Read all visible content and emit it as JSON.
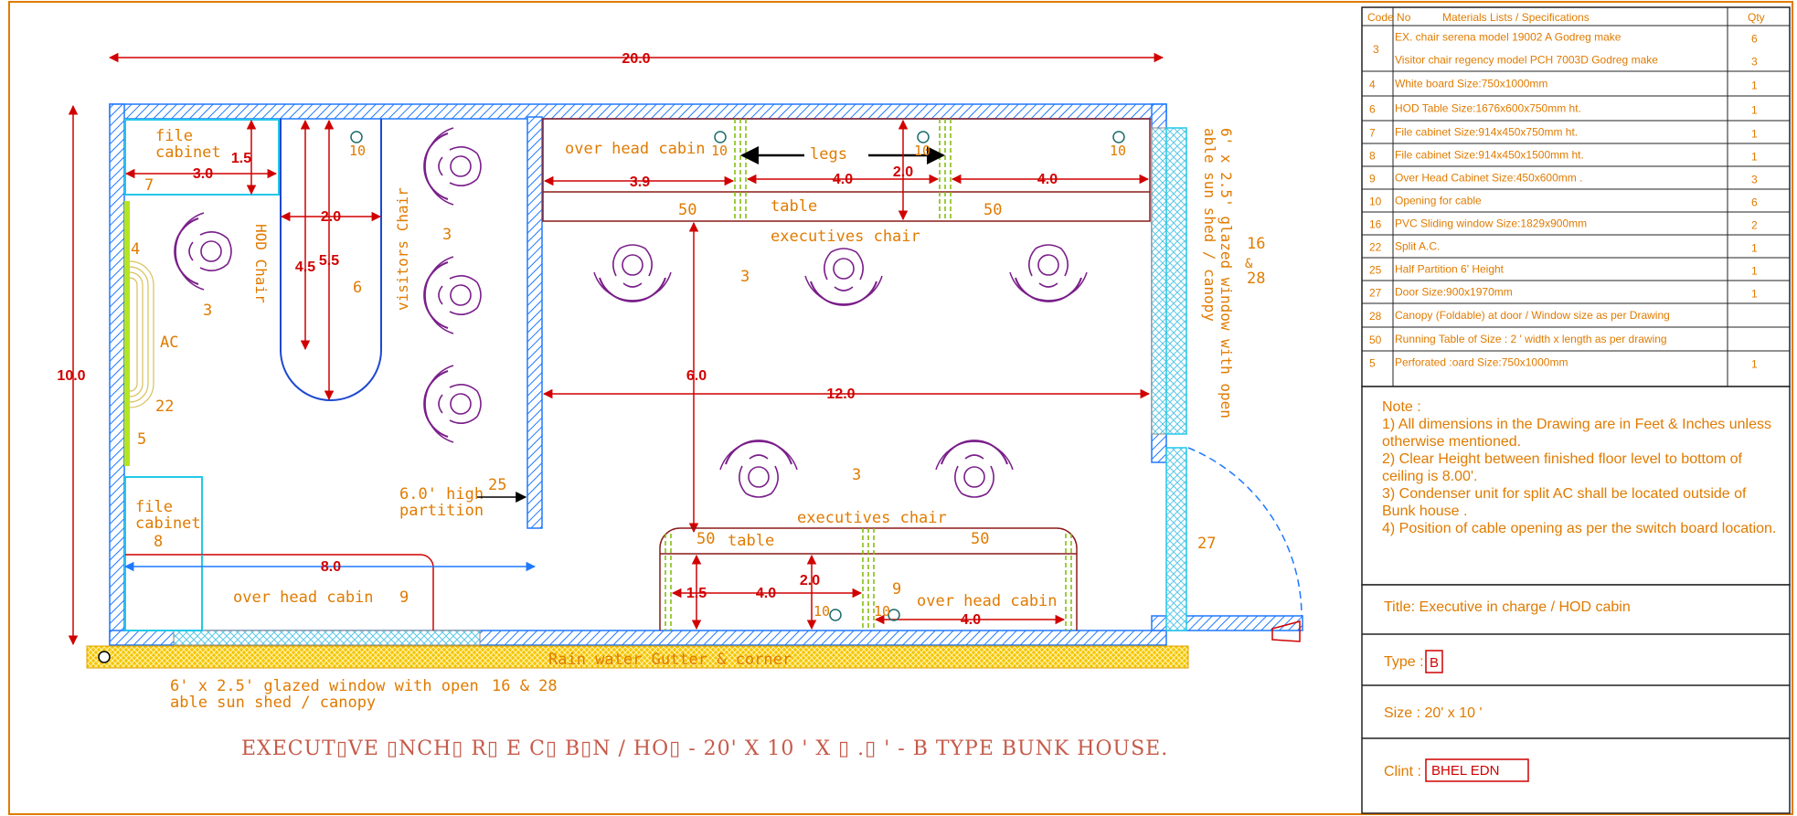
{
  "drawing": {
    "title": "EXECUT▯VE ▯NCH▯ R▯ E C▯ B▯N / HO▯ - 20' X 10 ' X ▯ .▯ ' - B TYPE BUNK HOUSE.",
    "dimensions": {
      "overall_length": "20.0",
      "overall_width": "10.0",
      "hod_3_0": "3.0",
      "hod_1_5": "1.5",
      "hod_2_0": "2.0",
      "hod_4_5": "4.5",
      "hod_5_5": "5.5",
      "exec_3_9": "3.9",
      "exec_4_0_a": "4.0",
      "exec_4_0_b": "4.0",
      "exec_2_0": "2.0",
      "exec_6_0": "6.0",
      "exec_12_0": "12.0",
      "bottom_8_0": "8.0",
      "bottom_1_5": "1.5",
      "bottom_4_0": "4.0",
      "bottom_2_0": "2.0",
      "bottom_4_0_b": "4.0"
    },
    "labels": {
      "file_cabinet_top": [
        "file",
        "cabinet"
      ],
      "file_cabinet_bottom": [
        "file",
        "cabinet"
      ],
      "hod_chair": "HOD Chair",
      "visitors_chair": "visitors Chair",
      "ac": "AC",
      "overhead_top": "over head cabin",
      "legs": "legs",
      "table_top": "table",
      "exec_chair_top": "executives chair",
      "exec_chair_bottom": "executives chair",
      "table_bottom": "table",
      "overhead_bottom_right": "over head cabin",
      "overhead_bottom_left": "over head cabin",
      "partition": [
        "6.0' high",
        "partition"
      ],
      "gutter": "Rain water Gutter & corner",
      "window_bottom": [
        "6' x 2.5' glazed window with open",
        "able sun shed / canopy"
      ],
      "window_bottom_code": "16 & 28",
      "window_right": [
        "6' x 2.5' glazed window with open",
        "able sun shed / canopy"
      ],
      "window_right_code": [
        "16",
        "&",
        "28"
      ]
    },
    "codes": {
      "c7": "7",
      "c8": "8",
      "c4": "4",
      "c5": "5",
      "c22": "22",
      "c6": "6",
      "c25": "25",
      "c27": "27",
      "c3_hod": "3",
      "c3_vis": "3",
      "c3_exec_top": "3",
      "c3_exec_bottom": "3",
      "c50_a": "50",
      "c50_b": "50",
      "c50_c": "50",
      "c50_d": "50",
      "c9_a": "9",
      "c9_b": "9",
      "c10_a": "10",
      "c10_b": "10",
      "c10_c": "10",
      "c10_d": "10",
      "c10_e": "10",
      "c10_f": "10"
    }
  },
  "table": {
    "headers": [
      "Code No",
      "Materials Lists / Specifications",
      "Qty"
    ],
    "rows": [
      {
        "code": "3",
        "spec": "EX. chair serena model 19002 A  Godreg make",
        "qty": "6"
      },
      {
        "code": "",
        "spec": "Visitor chair regency model PCH 7003D Godreg make",
        "qty": "3"
      },
      {
        "code": "4",
        "spec": "White board Size:750x1000mm",
        "qty": "1"
      },
      {
        "code": "6",
        "spec": "HOD Table Size:1676x600x750mm ht.",
        "qty": "1"
      },
      {
        "code": "7",
        "spec": "File cabinet Size:914x450x750mm ht.",
        "qty": "1"
      },
      {
        "code": "8",
        "spec": "File cabinet Size:914x450x1500mm ht.",
        "qty": "1"
      },
      {
        "code": "9",
        "spec": "Over Head Cabinet     Size:450x600mm .",
        "qty": "3"
      },
      {
        "code": "10",
        "spec": "Opening for cable",
        "qty": "6"
      },
      {
        "code": "16",
        "spec": "PVC Sliding window Size:1829x900mm",
        "qty": "2"
      },
      {
        "code": "22",
        "spec": "Split A.C.",
        "qty": "1"
      },
      {
        "code": "25",
        "spec": "Half Partition 6' Height",
        "qty": "1"
      },
      {
        "code": "27",
        "spec": "Door Size:900x1970mm",
        "qty": "1"
      },
      {
        "code": "28",
        "spec": "Canopy (Foldable) at door / Window size as per Drawing",
        "qty": ""
      },
      {
        "code": "50",
        "spec": "Running Table of Size : 2 ' width x length as per drawing",
        "qty": ""
      },
      {
        "code": "5",
        "spec": "Perforated  :oard Size:750x1000mm",
        "qty": "1"
      }
    ]
  },
  "notes": {
    "heading": "Note :",
    "lines": [
      "1) All dimensions in the Drawing are in Feet & Inches unless",
      "otherwise mentioned.",
      "2) Clear Height between finished floor level to bottom of",
      "ceiling is 8.00'.",
      "3) Condenser unit for split AC shall be located outside of",
      "Bunk house .",
      "4) Position of cable opening as per the switch board location."
    ]
  },
  "info": {
    "title_label": "Title: Executive in charge  / HOD cabin",
    "type_label": "Type :",
    "type_value": "B",
    "size_label": "Size : 20' x 10 '",
    "client_label": "Clint :",
    "client_value": "BHEL EDN"
  },
  "colors": {
    "frame": "#e07b00",
    "wall": "#1e78ff",
    "dimension": "#d10000",
    "furniture": "#7a1f8a",
    "cyan": "#22c8e8",
    "gutter": "#f0b400",
    "title": "#c65a4a"
  }
}
